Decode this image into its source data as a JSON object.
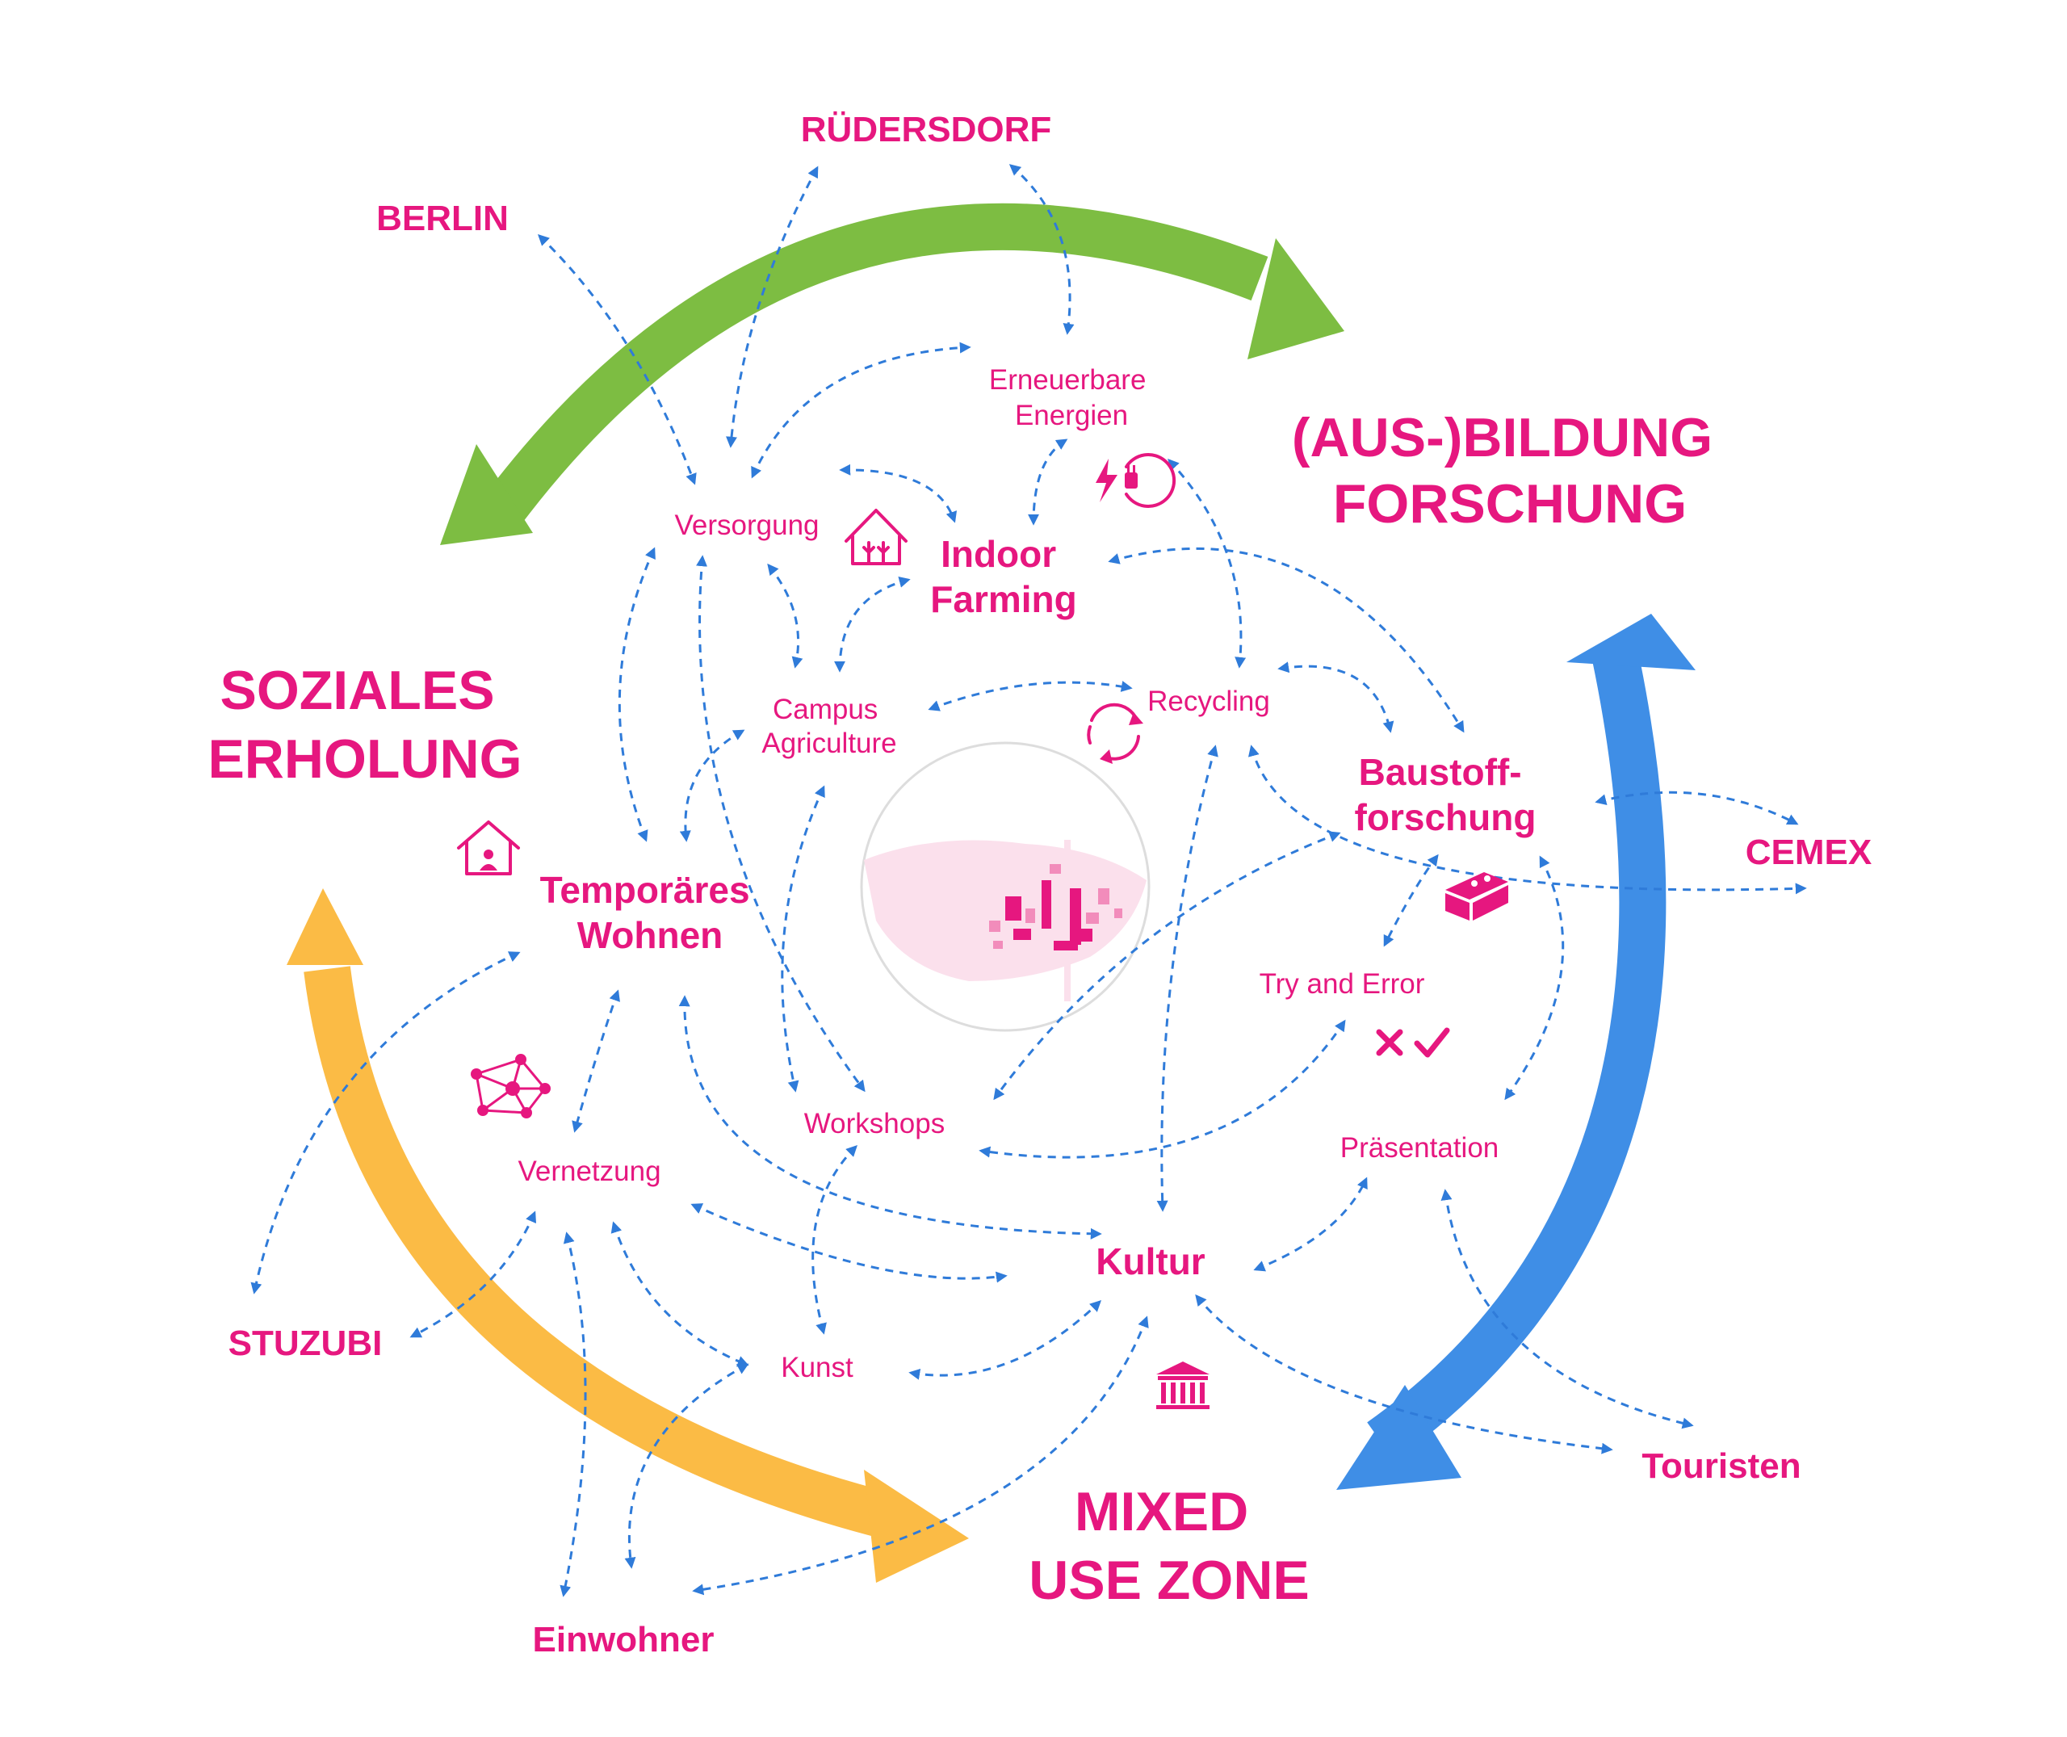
{
  "colors": {
    "accent": "#e6177f",
    "green_arrow": "#7dbd42",
    "blue_arrow": "#3f8ee6",
    "yellow_arrow": "#fbbb45",
    "connector": "#2f7bd9",
    "site_fill": "#fbe0ec"
  },
  "zones": {
    "top_right": [
      "(AUS-)BILDUNG",
      "FORSCHUNG"
    ],
    "left": [
      "SOZIALES",
      "ERHOLUNG"
    ],
    "bottom": [
      "MIXED",
      "USE ZONE"
    ]
  },
  "outer_nodes": {
    "ruedersdorf": "RÜDERSDORF",
    "berlin": "BERLIN",
    "cemex": "CEMEX",
    "stuzubi": "STUZUBI",
    "touristen": "Touristen",
    "einwohner": "Einwohner"
  },
  "hubs": {
    "indoor_farming": [
      "Indoor",
      "Farming"
    ],
    "baustoffforschung": [
      "Baustoff-",
      "forschung"
    ],
    "temporaeres_wohnen": [
      "Temporäres",
      "Wohnen"
    ],
    "kultur": "Kultur"
  },
  "sub_nodes": {
    "erneuerbare_energien": [
      "Erneuerbare",
      "Energien"
    ],
    "versorgung": "Versorgung",
    "campus_agriculture": [
      "Campus",
      "Agriculture"
    ],
    "recycling": "Recycling",
    "try_and_error": "Try and Error",
    "praesentation": "Präsentation",
    "workshops": "Workshops",
    "vernetzung": "Vernetzung",
    "kunst": "Kunst"
  },
  "icons": [
    "energy-plug-icon",
    "greenhouse-icon",
    "recycling-icon",
    "house-person-icon",
    "brick-icon",
    "cross-check-icon",
    "network-icon",
    "museum-icon",
    "site-plan-map"
  ]
}
